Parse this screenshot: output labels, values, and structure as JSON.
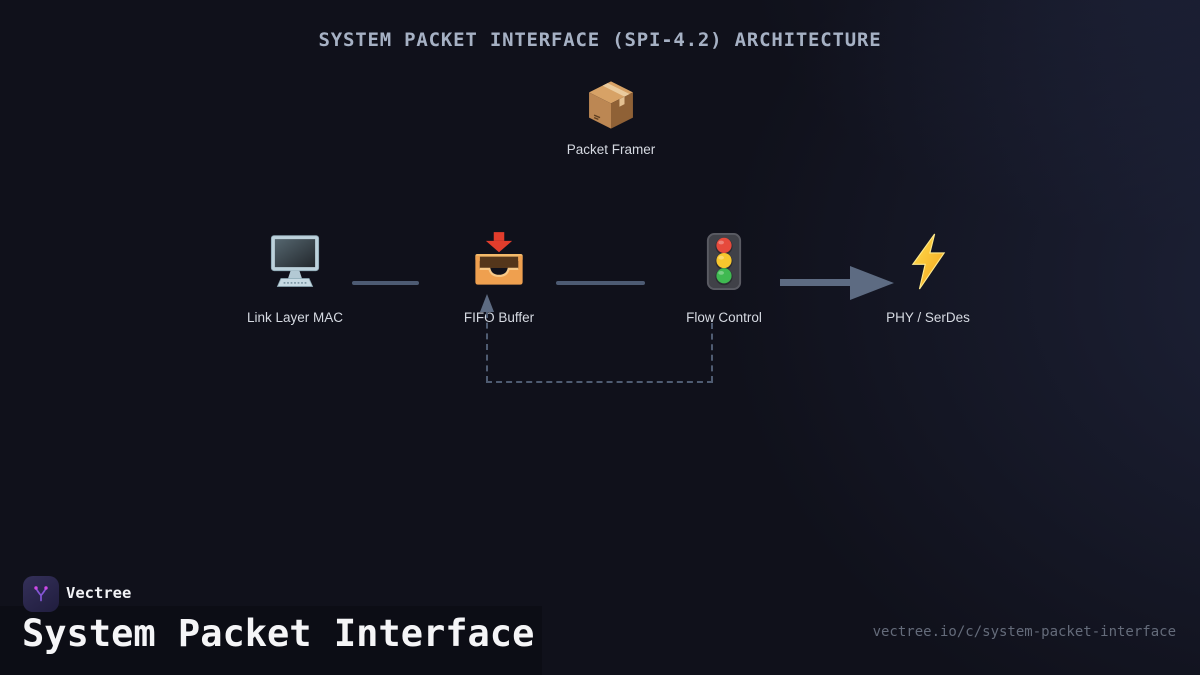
{
  "title": "SYSTEM PACKET INTERFACE (SPI-4.2) ARCHITECTURE",
  "diagram": {
    "top_node": {
      "label": "Packet Framer",
      "icon": "package-icon"
    },
    "flow_nodes": [
      {
        "label": "Link Layer MAC",
        "icon": "desktop-computer-icon"
      },
      {
        "label": "FIFO Buffer",
        "icon": "inbox-tray-icon"
      },
      {
        "label": "Flow Control",
        "icon": "traffic-light-icon"
      },
      {
        "label": "PHY / SerDes",
        "icon": "lightning-bolt-icon"
      }
    ],
    "connections": [
      {
        "from": "Link Layer MAC",
        "to": "FIFO Buffer",
        "style": "solid-line"
      },
      {
        "from": "FIFO Buffer",
        "to": "Flow Control",
        "style": "solid-line"
      },
      {
        "from": "Flow Control",
        "to": "PHY / SerDes",
        "style": "solid-arrow"
      },
      {
        "from": "Flow Control",
        "to": "FIFO Buffer",
        "style": "dashed-feedback-arrow"
      }
    ]
  },
  "footer": {
    "brand_name": "Vectree",
    "page_title": "System Packet Interface",
    "url": "vectree.io/c/system-packet-interface"
  },
  "colors": {
    "background": "#10111b",
    "title_text": "#a6b1c4",
    "node_label_text": "#d6dae2",
    "connector": "#5d6b82",
    "dashed_feedback": "#4f5c72",
    "footer_title_text": "#f5f5f7",
    "url_text": "#646b7a",
    "logo_background": "#2a2749",
    "logo_purple": "#8456d6",
    "logo_magenta": "#cf49e8"
  }
}
